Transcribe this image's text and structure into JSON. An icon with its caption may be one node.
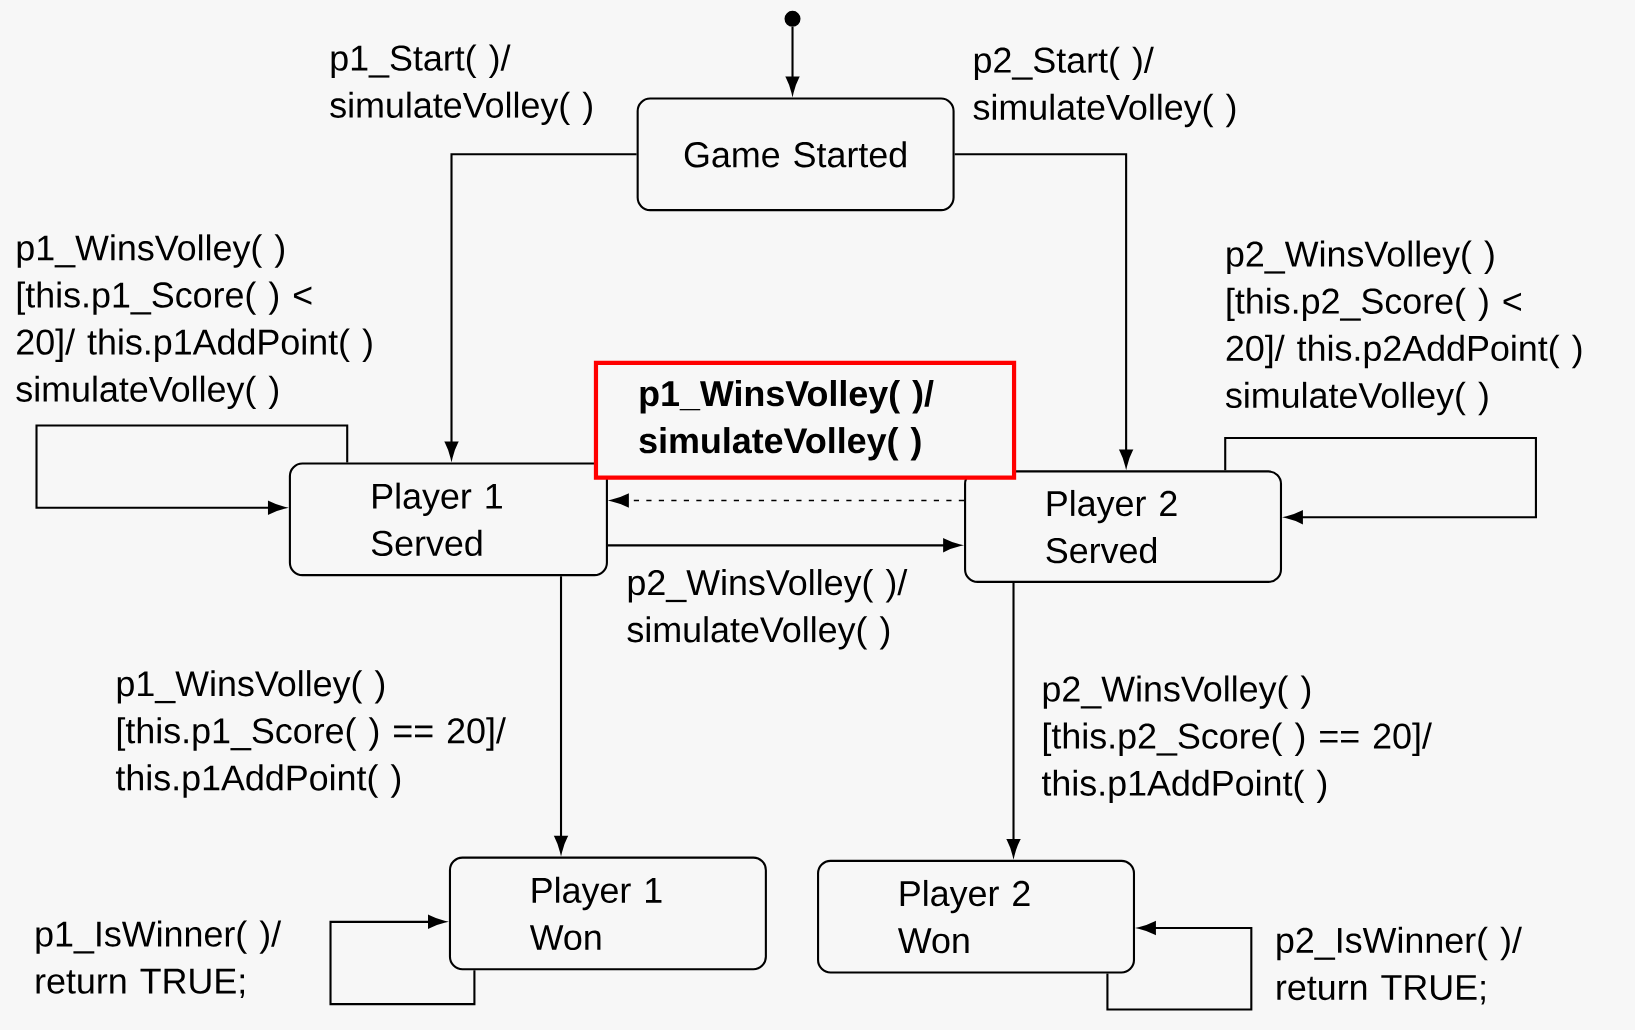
{
  "diagram": {
    "nodes": [
      {
        "text": [],
        "shape": "circle"
      },
      {
        "text": [
          "Game Started"
        ]
      },
      {
        "text": [
          "Player 1 Served"
        ]
      },
      {
        "text": [
          "Player 2 Served"
        ]
      },
      {
        "text": [
          "Player 1 Won"
        ]
      },
      {
        "text": [
          "Player 2 Won"
        ]
      }
    ],
    "edges": [
      {
        "from": 0,
        "to": 1,
        "arrow": "to"
      },
      {
        "from": 1,
        "to": 2,
        "arrow": "to",
        "label": "p1_Start( )/ simulateVolley( )"
      },
      {
        "from": 1,
        "to": 3,
        "arrow": "to",
        "label": "p2_Start( )/ simulateVolley( )"
      },
      {
        "from": 2,
        "to": 2,
        "arrow": "to",
        "label": "p1_WinsVolley( ) [this.p1_Score( ) < 20]/ this.p1AddPoint( ) simulateVolley( )"
      },
      {
        "from": 3,
        "to": 3,
        "arrow": "to",
        "label": "p2_WinsVolley( ) [this.p2_Score( ) < 20]/ this.p2AddPoint( ) simulateVolley( )"
      },
      {
        "from": 3,
        "to": 2,
        "arrow": "to",
        "style": "dashed",
        "label": "p1_WinsVolley( )/ simulateVolley( )"
      },
      {
        "from": 2,
        "to": 3,
        "arrow": "to",
        "label": "p2_WinsVolley( )/ simulateVolley( )"
      },
      {
        "from": 2,
        "to": 4,
        "arrow": "to",
        "label": "p1_WinsVolley( ) [this.p1_Score( ) == 20]/ this.p1AddPoint( )"
      },
      {
        "from": 3,
        "to": 5,
        "arrow": "to",
        "label": "p2_WinsVolley( ) [this.p2_Score( ) == 20]/ this.p1AddPoint( )"
      },
      {
        "from": 4,
        "to": 4,
        "arrow": "to",
        "label": "p1_IsWinner( )/ return TRUE;"
      },
      {
        "from": 5,
        "to": 5,
        "arrow": "to",
        "label": "p2_IsWinner( )/ return TRUE;"
      }
    ]
  }
}
